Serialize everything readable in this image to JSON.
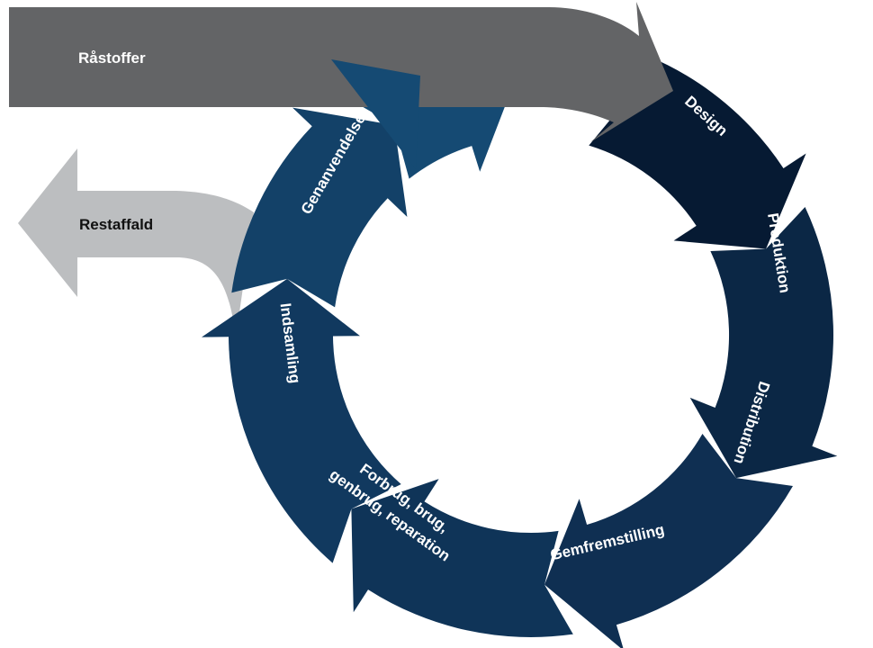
{
  "flows": {
    "input_label": "Råstoffer",
    "output_label": "Restaffald"
  },
  "cycle": {
    "stages": [
      {
        "label": "Design"
      },
      {
        "label": "Produktion"
      },
      {
        "label": "Distribution"
      },
      {
        "label": "Gemfremstilling"
      },
      {
        "label": "Forbrug, brug,",
        "label2": "genbrug, reparation"
      },
      {
        "label": "Indsamling"
      },
      {
        "label": "Genanvendelse"
      }
    ]
  },
  "colors": {
    "input_arrow": "#636466",
    "output_arrow": "#bcbec0",
    "stage_colors": [
      "#061a33",
      "#0b2745",
      "#0f2f52",
      "#0f3458",
      "#11395f",
      "#134168",
      "#154a73"
    ],
    "text": "#ffffff"
  }
}
